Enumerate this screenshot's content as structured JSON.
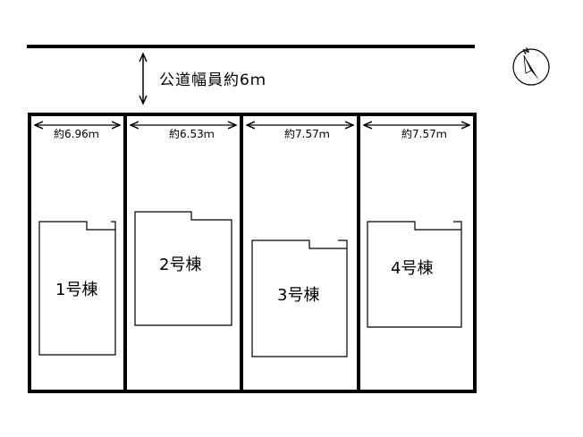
{
  "road": {
    "label": "公道幅員約6ｍ"
  },
  "compass": {
    "north_label": "N"
  },
  "lots": [
    {
      "width_label": "約6.96ｍ",
      "building_label": "1号棟"
    },
    {
      "width_label": "約6.53ｍ",
      "building_label": "2号棟"
    },
    {
      "width_label": "約7.57ｍ",
      "building_label": "3号棟"
    },
    {
      "width_label": "約7.57ｍ",
      "building_label": "4号棟"
    }
  ],
  "colors": {
    "line": "#000000",
    "background": "#ffffff"
  }
}
